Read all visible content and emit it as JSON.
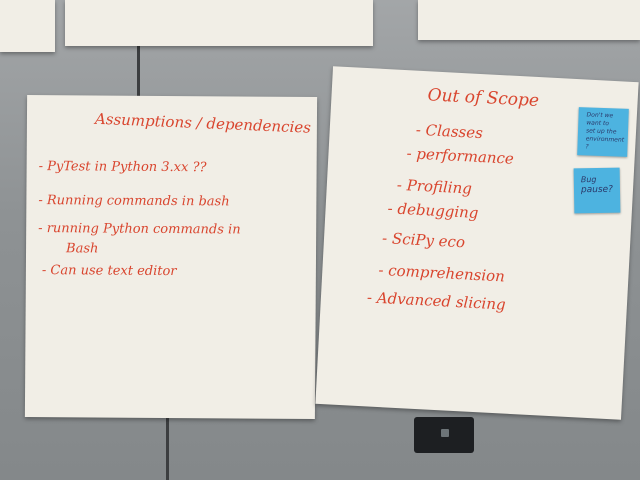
{
  "left_sheet": {
    "heading": "Assumptions / dependencies",
    "lines": [
      "- PyTest in Python 3.xx ??",
      "- Running commands in bash",
      "- running Python commands in",
      "Bash",
      "- Can use text editor"
    ]
  },
  "right_sheet": {
    "heading": "Out of Scope",
    "lines": [
      "- Classes",
      "- performance",
      "- Profiling",
      "- debugging",
      "- SciPy eco",
      "- comprehension",
      "- Advanced slicing"
    ]
  },
  "sticky_notes": [
    {
      "lines": [
        "Don't we",
        "want to",
        "set up the",
        "environment",
        "?"
      ]
    },
    {
      "lines": [
        "Bug",
        "pause?"
      ]
    }
  ],
  "colors": {
    "marker": "#d9452e",
    "paper": "#f1eee6",
    "sticky": "#4db3e0",
    "wall": "#8f9396"
  }
}
